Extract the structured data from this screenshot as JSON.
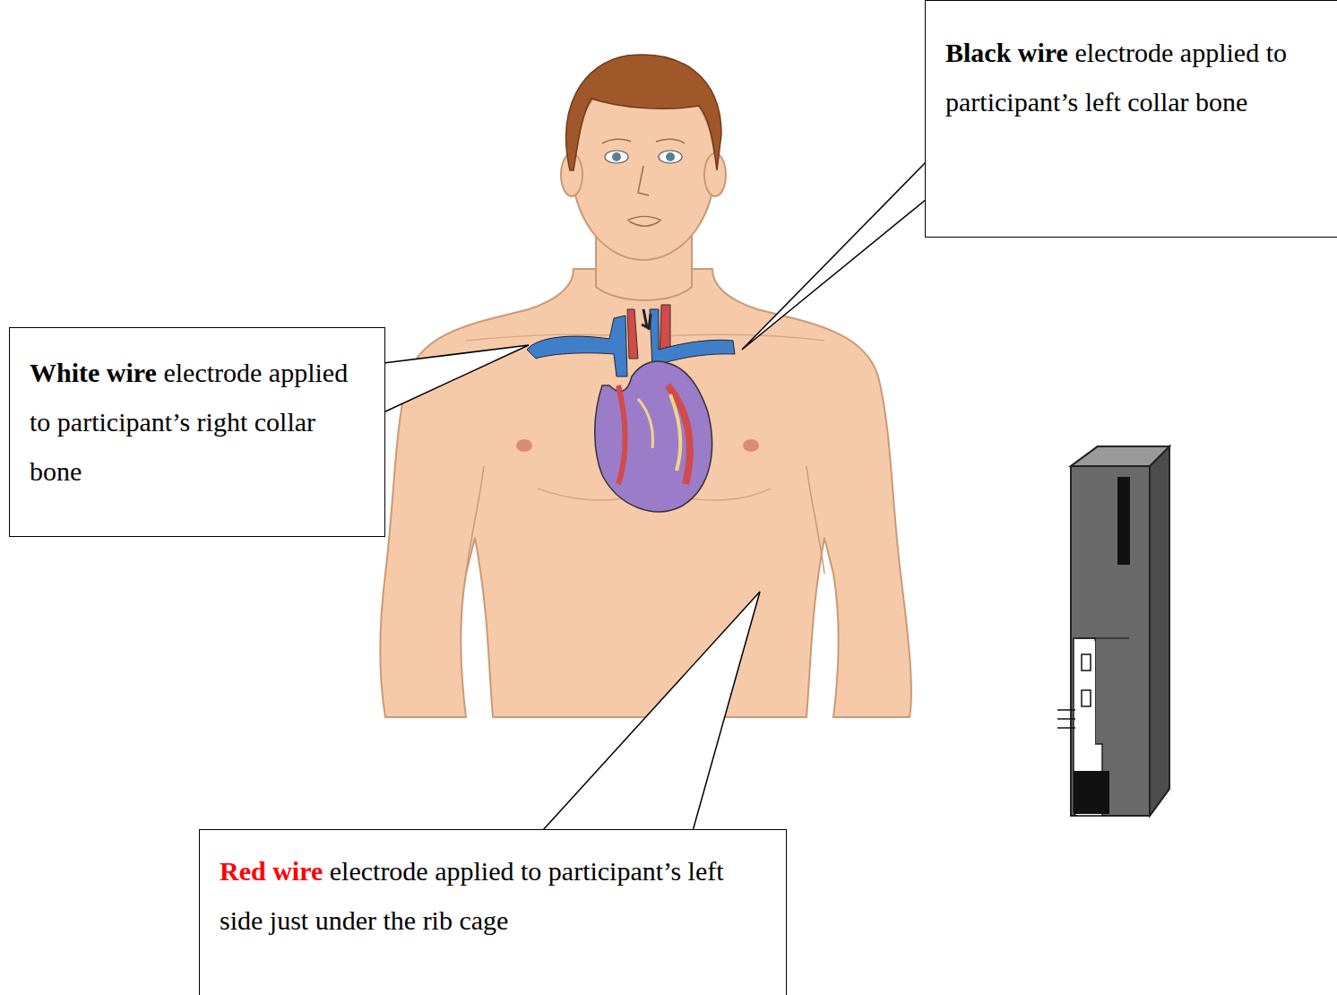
{
  "diagram": {
    "nodes": [
      {
        "text": [
          "Black wire",
          "electrode applied to participant’s left collar bone"
        ]
      },
      {
        "text": [
          "White wire",
          "electrode applied to participant’s right collar bone"
        ]
      },
      {
        "text": [
          "Red wire",
          "electrode applied to participant’s left side just under the rib cage"
        ]
      }
    ]
  }
}
